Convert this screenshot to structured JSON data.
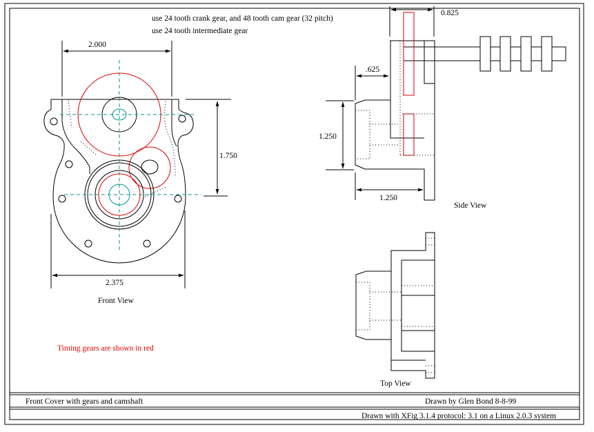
{
  "notes": {
    "line1": "use 24 tooth crank gear, and 48 tooth cam gear  (32 pitch)",
    "line2": "use 24 tooth intermediate gear",
    "red_note": "Timing gears are shown in red"
  },
  "front_view": {
    "label": "Front View",
    "dim_width_top": "2.000",
    "dim_center_distance": "1.750",
    "dim_width_bottom": "2.375"
  },
  "side_view": {
    "label": "Side View",
    "dim_gear_width": "0.825",
    "dim_offset": ".625",
    "dim_hub_height": "1.250",
    "dim_hub_length": "1.250"
  },
  "top_view": {
    "label": "Top View"
  },
  "title_block": {
    "title": "Front Cover  with gears and camshaft",
    "author": "Drawn by Glen Bond    8-8-99",
    "software": "Drawn with XFig 3.1.4   protocol: 3.1 on a Linux 2.0.3 system"
  },
  "colors": {
    "gears": "#e00000",
    "centerlines": "#00908f"
  }
}
